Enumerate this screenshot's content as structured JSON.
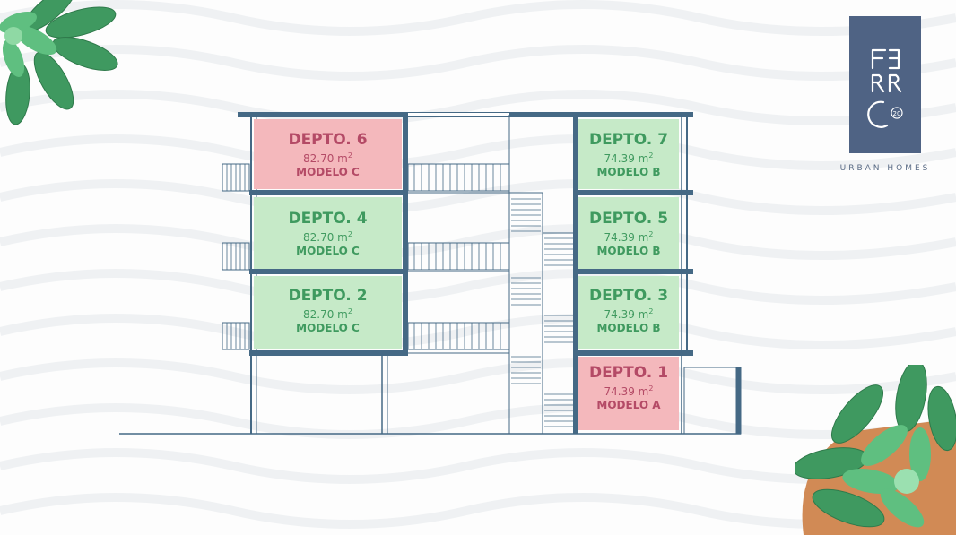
{
  "brand": {
    "logo_letters": [
      "F",
      "E",
      "R",
      "R",
      "O"
    ],
    "logo_badge": "20",
    "tagline": "URBAN HOMES",
    "logo_color": "#4f6384"
  },
  "colors": {
    "green_fill": "#c6eac8",
    "green_text": "#3f9a5f",
    "pink_fill": "#f4b8bc",
    "pink_text": "#b44a66",
    "structure": "#456985"
  },
  "units": [
    {
      "id": "d6",
      "name": "DEPTO. 6",
      "area": "82.70 m",
      "sup": "2",
      "model": "MODELO C",
      "style": "pink"
    },
    {
      "id": "d7",
      "name": "DEPTO. 7",
      "area": "74.39 m",
      "sup": "2",
      "model": "MODELO B",
      "style": "green"
    },
    {
      "id": "d4",
      "name": "DEPTO. 4",
      "area": "82.70 m",
      "sup": "2",
      "model": "MODELO C",
      "style": "green"
    },
    {
      "id": "d5",
      "name": "DEPTO. 5",
      "area": "74.39 m",
      "sup": "2",
      "model": "MODELO B",
      "style": "green"
    },
    {
      "id": "d2",
      "name": "DEPTO. 2",
      "area": "82.70 m",
      "sup": "2",
      "model": "MODELO C",
      "style": "green"
    },
    {
      "id": "d3",
      "name": "DEPTO. 3",
      "area": "74.39 m",
      "sup": "2",
      "model": "MODELO B",
      "style": "green"
    },
    {
      "id": "d1",
      "name": "DEPTO. 1",
      "area": "74.39 m",
      "sup": "2",
      "model": "MODELO A",
      "style": "pink"
    }
  ],
  "decor": [
    "succulent-top-left",
    "succulent-bottom-right"
  ]
}
